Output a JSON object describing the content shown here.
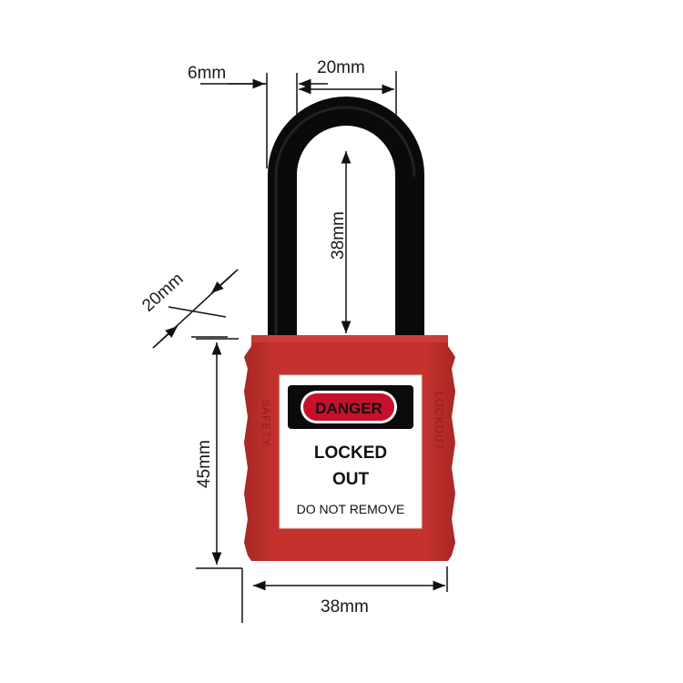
{
  "dimensions": {
    "shackle_diameter": "6mm",
    "shackle_inner_width": "20mm",
    "shackle_clearance": "38mm",
    "body_thickness": "20mm",
    "body_height": "45mm",
    "body_width": "38mm"
  },
  "tag": {
    "header": "DANGER",
    "line1": "LOCKED",
    "line2": "OUT",
    "line3": "DO NOT REMOVE"
  },
  "embossing": {
    "left": "SAFETY",
    "right": "LOCKOUT"
  },
  "colors": {
    "body": "#c0302c",
    "body_dark": "#9d2320",
    "shackle": "#111111",
    "danger_red": "#c8102e",
    "dimension_line": "#111111"
  }
}
